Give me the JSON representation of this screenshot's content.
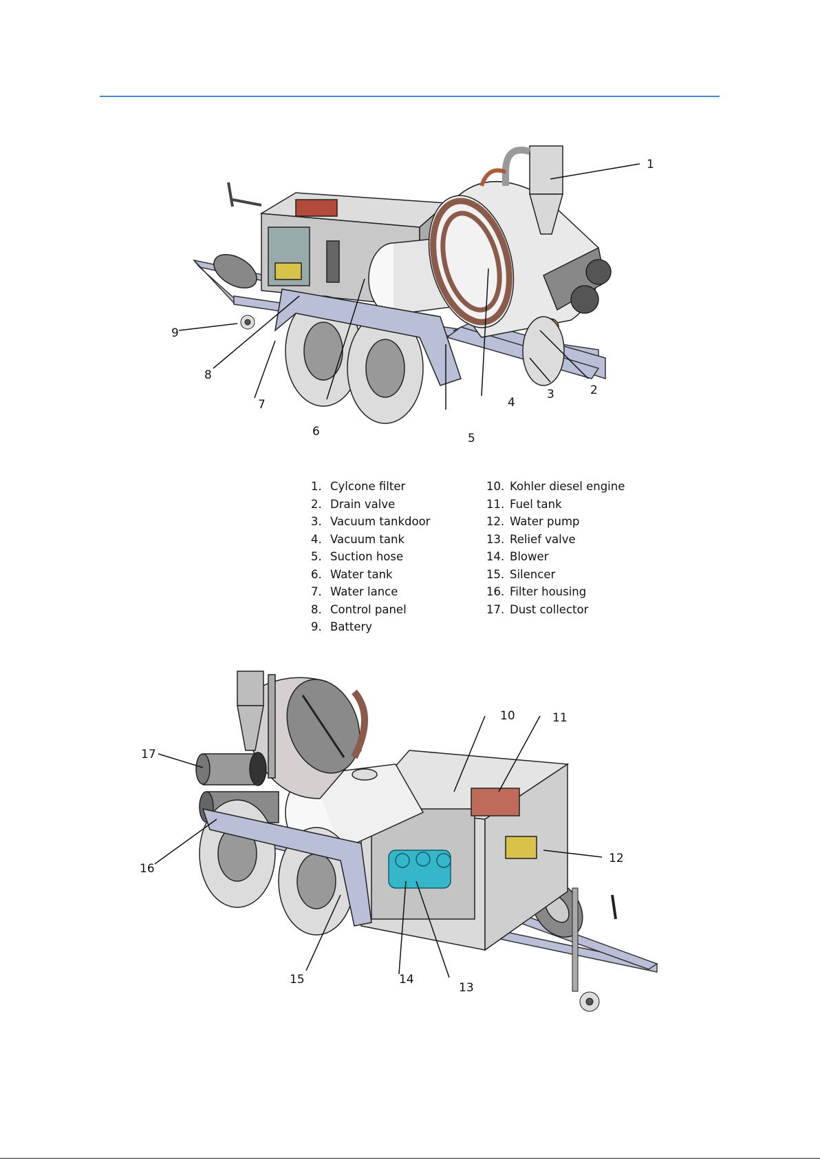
{
  "callouts": {
    "top": [
      "1",
      "2",
      "3",
      "4",
      "5",
      "6",
      "7",
      "8",
      "9"
    ],
    "bottom": [
      "10",
      "11",
      "12",
      "13",
      "14",
      "15",
      "16",
      "17"
    ]
  },
  "legend": {
    "left": [
      {
        "num": "1.",
        "label": "Cylcone filter"
      },
      {
        "num": "2.",
        "label": "Drain valve"
      },
      {
        "num": "3.",
        "label": "Vacuum tankdoor"
      },
      {
        "num": "4.",
        "label": "Vacuum tank"
      },
      {
        "num": "5.",
        "label": "Suction hose"
      },
      {
        "num": "6.",
        "label": "Water tank"
      },
      {
        "num": "7.",
        "label": "Water lance"
      },
      {
        "num": "8.",
        "label": "Control panel"
      },
      {
        "num": "9.",
        "label": "Battery"
      }
    ],
    "right": [
      {
        "num": "10.",
        "label": "Kohler diesel engine"
      },
      {
        "num": "11.",
        "label": "Fuel tank"
      },
      {
        "num": "12.",
        "label": "Water pump"
      },
      {
        "num": "13.",
        "label": "Relief valve"
      },
      {
        "num": "14.",
        "label": "Blower"
      },
      {
        "num": "15.",
        "label": "Silencer"
      },
      {
        "num": "16.",
        "label": "Filter housing"
      },
      {
        "num": "17.",
        "label": "Dust collector"
      }
    ]
  },
  "colors": {
    "rule": "#4a86d4",
    "frame": "#b9bfd6",
    "tank": "#eeeeee",
    "hose": "#8a5a4a",
    "blower": "#35b7c9",
    "fuel_tank": "#c06a5a"
  }
}
